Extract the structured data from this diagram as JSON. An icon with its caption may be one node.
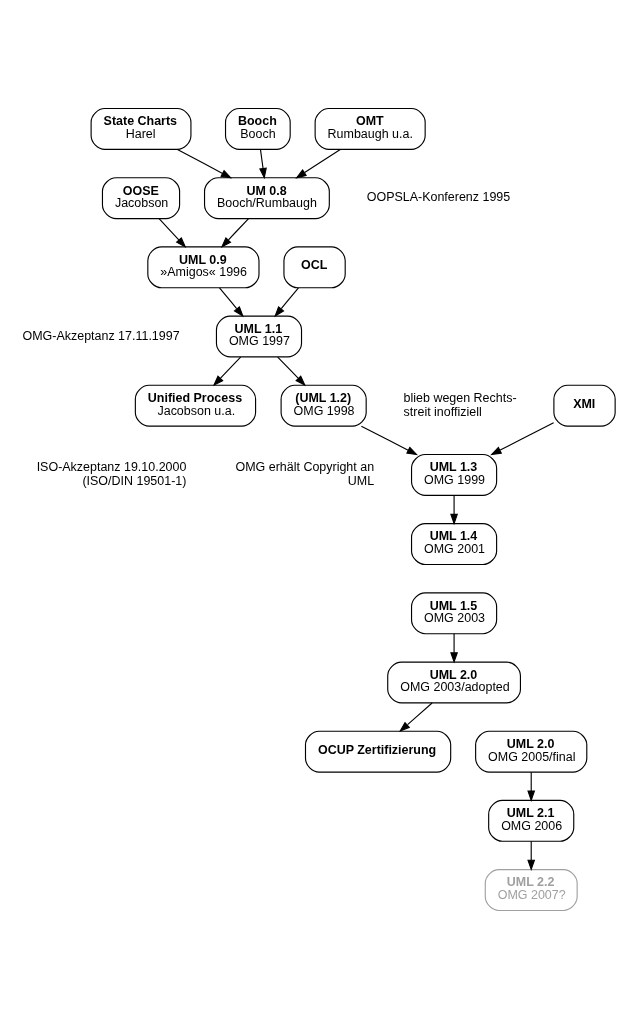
{
  "diagram": {
    "nodes": [
      {
        "text": [
          "State Charts",
          "Harel"
        ]
      },
      {
        "text": [
          "Booch",
          "Booch"
        ]
      },
      {
        "text": [
          "OMT",
          "Rumbaugh u.a."
        ]
      },
      {
        "text": [
          "OOSE",
          "Jacobson"
        ]
      },
      {
        "text": [
          "UM 0.8",
          "Booch/Rumbaugh"
        ],
        "beside": [
          "OOPSLA-Konferenz 1995"
        ]
      },
      {
        "text": [
          "UML 0.9",
          "»Amigos« 1996"
        ]
      },
      {
        "text": [
          "OCL"
        ]
      },
      {
        "text": [
          "UML 1.1",
          "OMG 1997"
        ],
        "beside": [
          "OMG-Akzeptanz 17.11.1997"
        ]
      },
      {
        "text": [
          "Unified Process",
          "Jacobson u.a."
        ]
      },
      {
        "text": [
          "(UML 1.2)",
          "OMG 1998"
        ],
        "beside": [
          "blieb wegen Rechts- streit inoffiziell"
        ]
      },
      {
        "text": [
          "XMI"
        ]
      },
      {
        "text": [
          "UML 1.3",
          "OMG 1999"
        ],
        "beside": [
          "OMG erhält Copyright an UML",
          "ISO-Akzeptanz 19.10.2000 (ISO/DIN 19501-1)"
        ]
      },
      {
        "text": [
          "UML 1.4",
          "OMG 2001"
        ]
      },
      {
        "text": [
          "UML 1.5",
          "OMG 2003"
        ]
      },
      {
        "text": [
          "OCUP Zertifizierung"
        ]
      },
      {
        "text": [
          "UML 2.0",
          "OMG 2003/adopted"
        ]
      },
      {
        "text": [
          "UML 2.0",
          "OMG 2005/final"
        ]
      },
      {
        "text": [
          "UML 2.1",
          "OMG 2006"
        ]
      },
      {
        "text": [
          "UML 2.2",
          "OMG 2007?"
        ]
      }
    ],
    "edges": [
      {
        "from": 0,
        "to": 4,
        "arrow": "to"
      },
      {
        "from": 1,
        "to": 4,
        "arrow": "to"
      },
      {
        "from": 2,
        "to": 4,
        "arrow": "to"
      },
      {
        "from": 3,
        "to": 5,
        "arrow": "to"
      },
      {
        "from": 4,
        "to": 5,
        "arrow": "to"
      },
      {
        "from": 5,
        "to": 7,
        "arrow": "to"
      },
      {
        "from": 6,
        "to": 7,
        "arrow": "to"
      },
      {
        "from": 7,
        "to": 8,
        "arrow": "to"
      },
      {
        "from": 7,
        "to": 9,
        "arrow": "to"
      },
      {
        "from": 9,
        "to": 11,
        "arrow": "to"
      },
      {
        "from": 10,
        "to": 11,
        "arrow": "to"
      },
      {
        "from": 11,
        "to": 12,
        "arrow": "to"
      },
      {
        "from": 13,
        "to": 15,
        "arrow": "to"
      },
      {
        "from": 15,
        "to": 14,
        "arrow": "to"
      },
      {
        "from": 16,
        "to": 17,
        "arrow": "to"
      },
      {
        "from": 17,
        "to": 18,
        "arrow": "to"
      }
    ]
  }
}
